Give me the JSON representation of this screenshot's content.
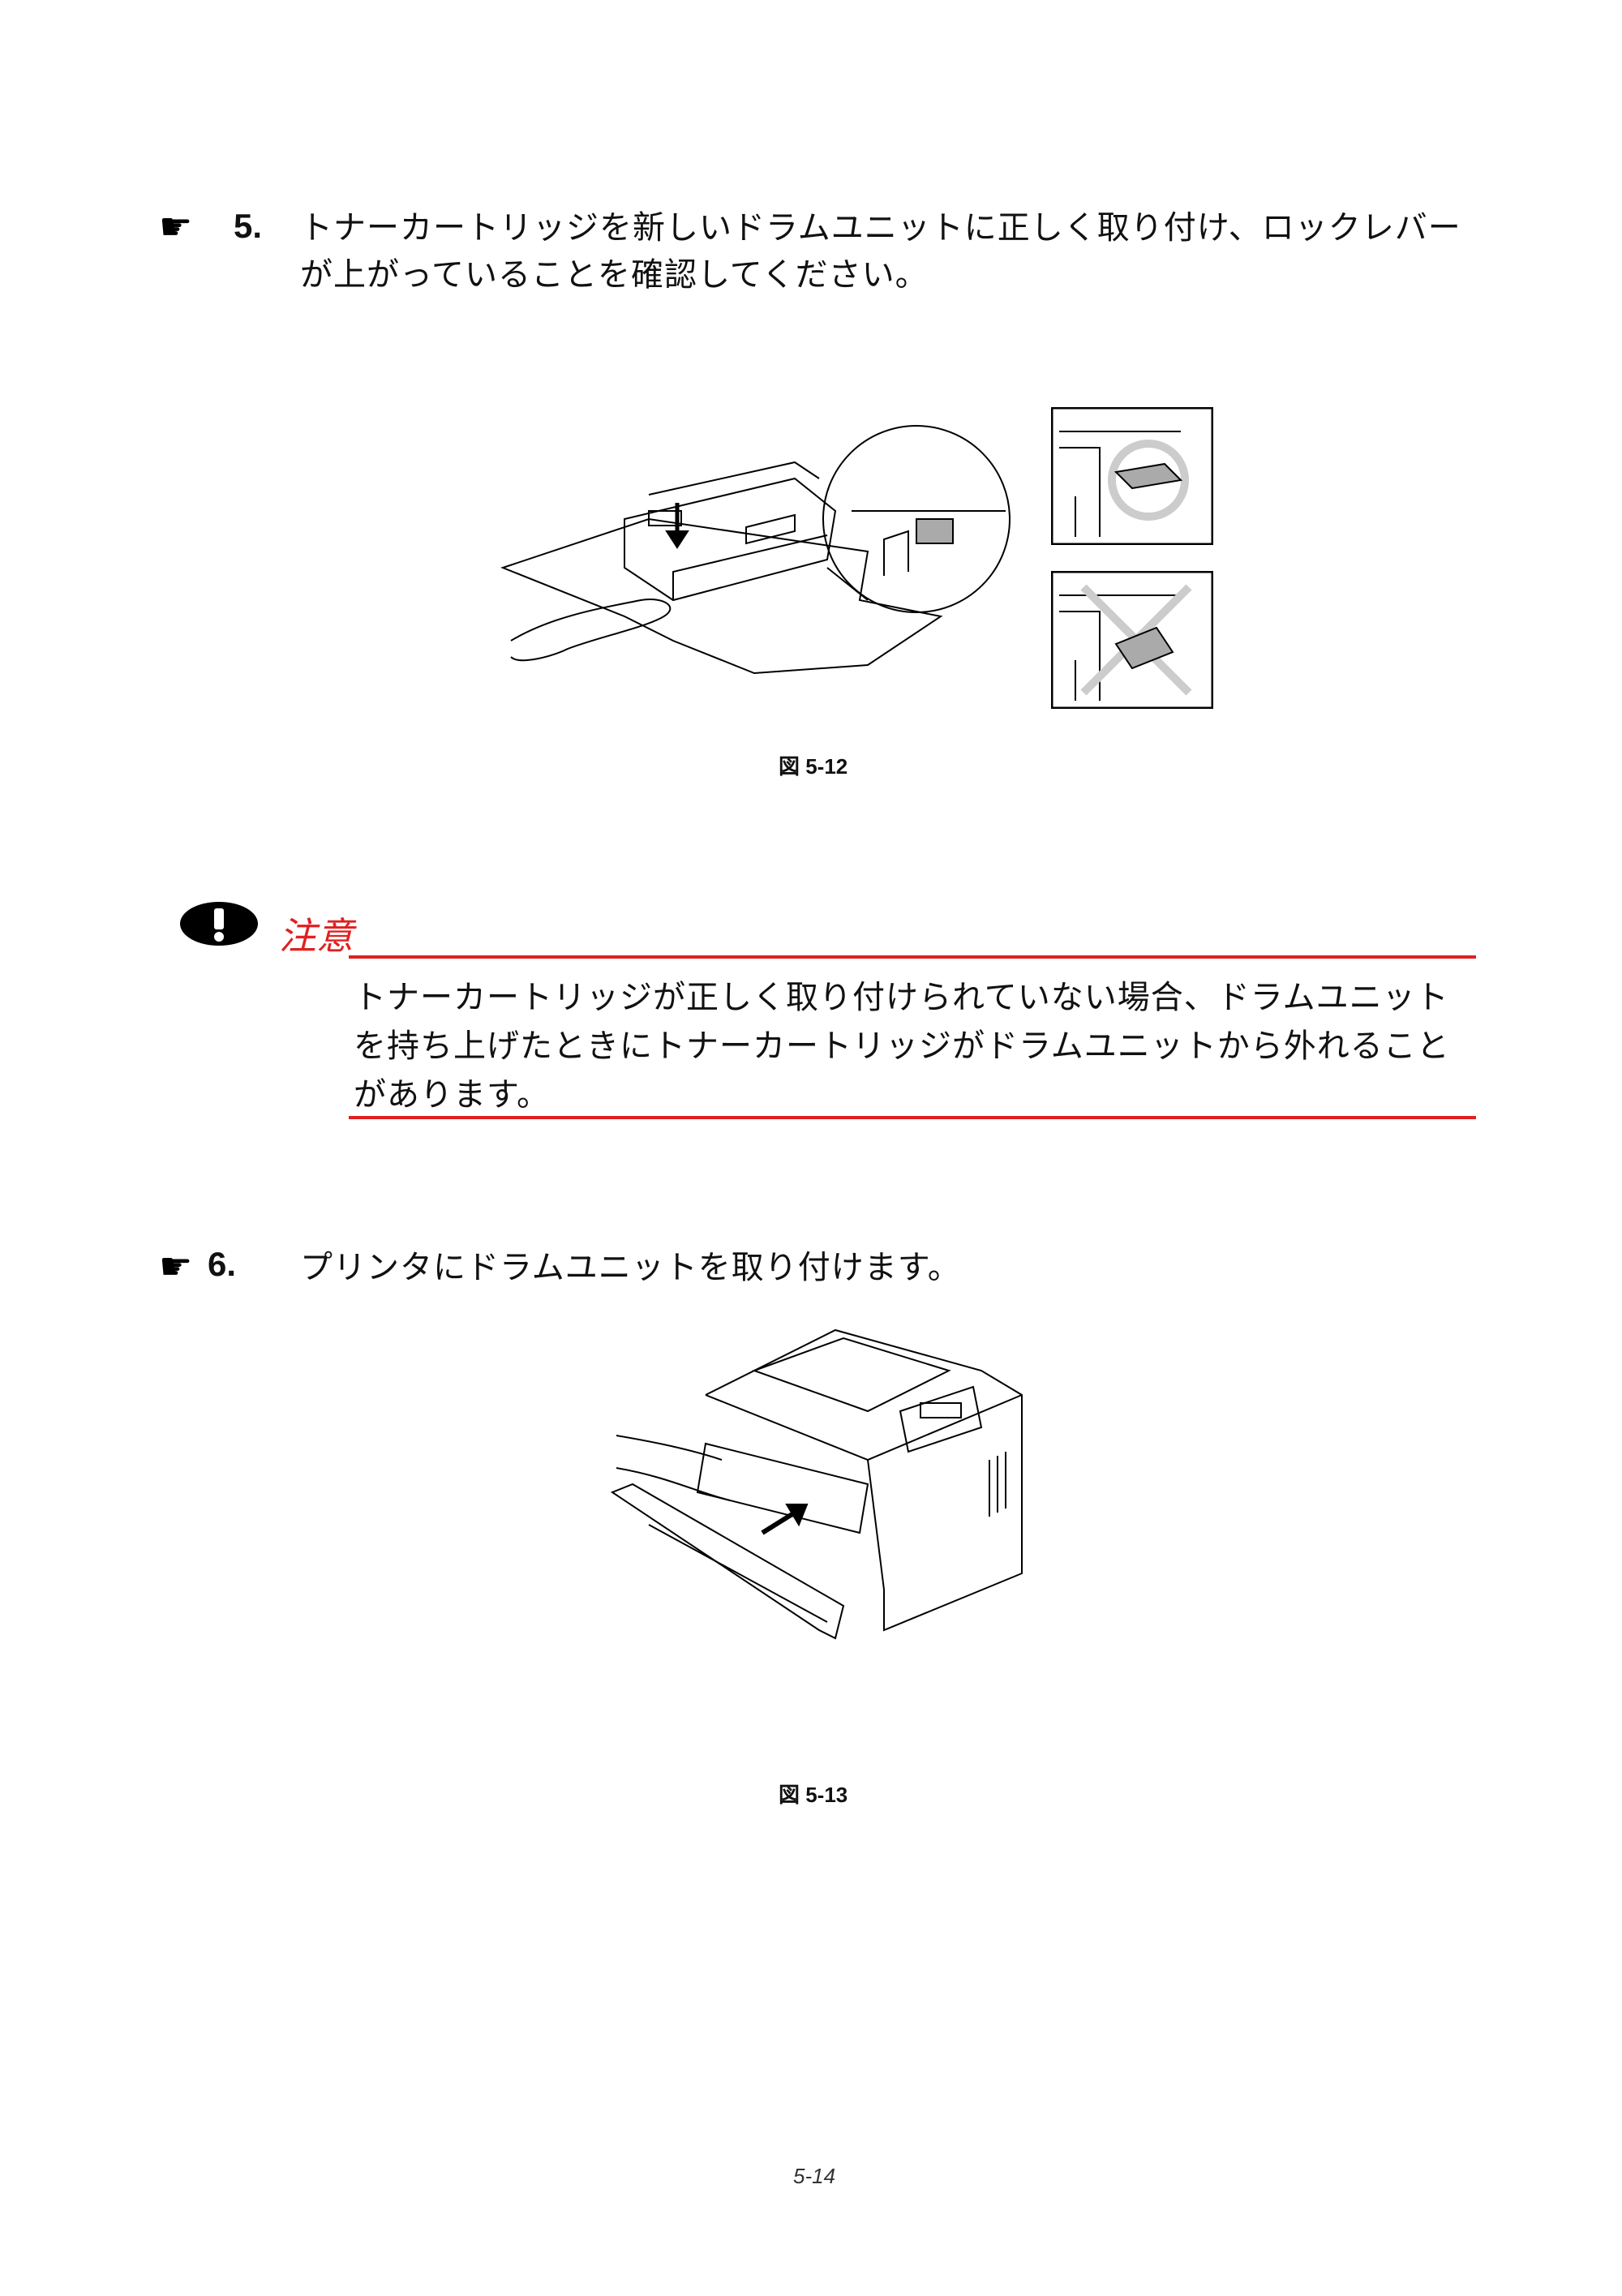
{
  "step5": {
    "number": "5.",
    "text": "トナーカートリッジを新しいドラムユニットに正しく取り付け、ロックレバーが上がっていることを確認してください。"
  },
  "figure1": {
    "caption": "図 5-12"
  },
  "caution": {
    "title": "注意",
    "text": "トナーカートリッジが正しく取り付けられていない場合、ドラムユニットを持ち上げたときにトナーカートリッジがドラムユニットから外れることがあります。"
  },
  "step6": {
    "number": "6.",
    "text": "プリンタにドラムユニットを取り付けます。"
  },
  "figure2": {
    "caption": "図 5-13"
  },
  "footer": {
    "page_number": "5-14"
  },
  "colors": {
    "accent": "#e02020",
    "text": "#111111"
  },
  "icons": [
    "pointing-hand-icon",
    "caution-exclamation-icon"
  ]
}
